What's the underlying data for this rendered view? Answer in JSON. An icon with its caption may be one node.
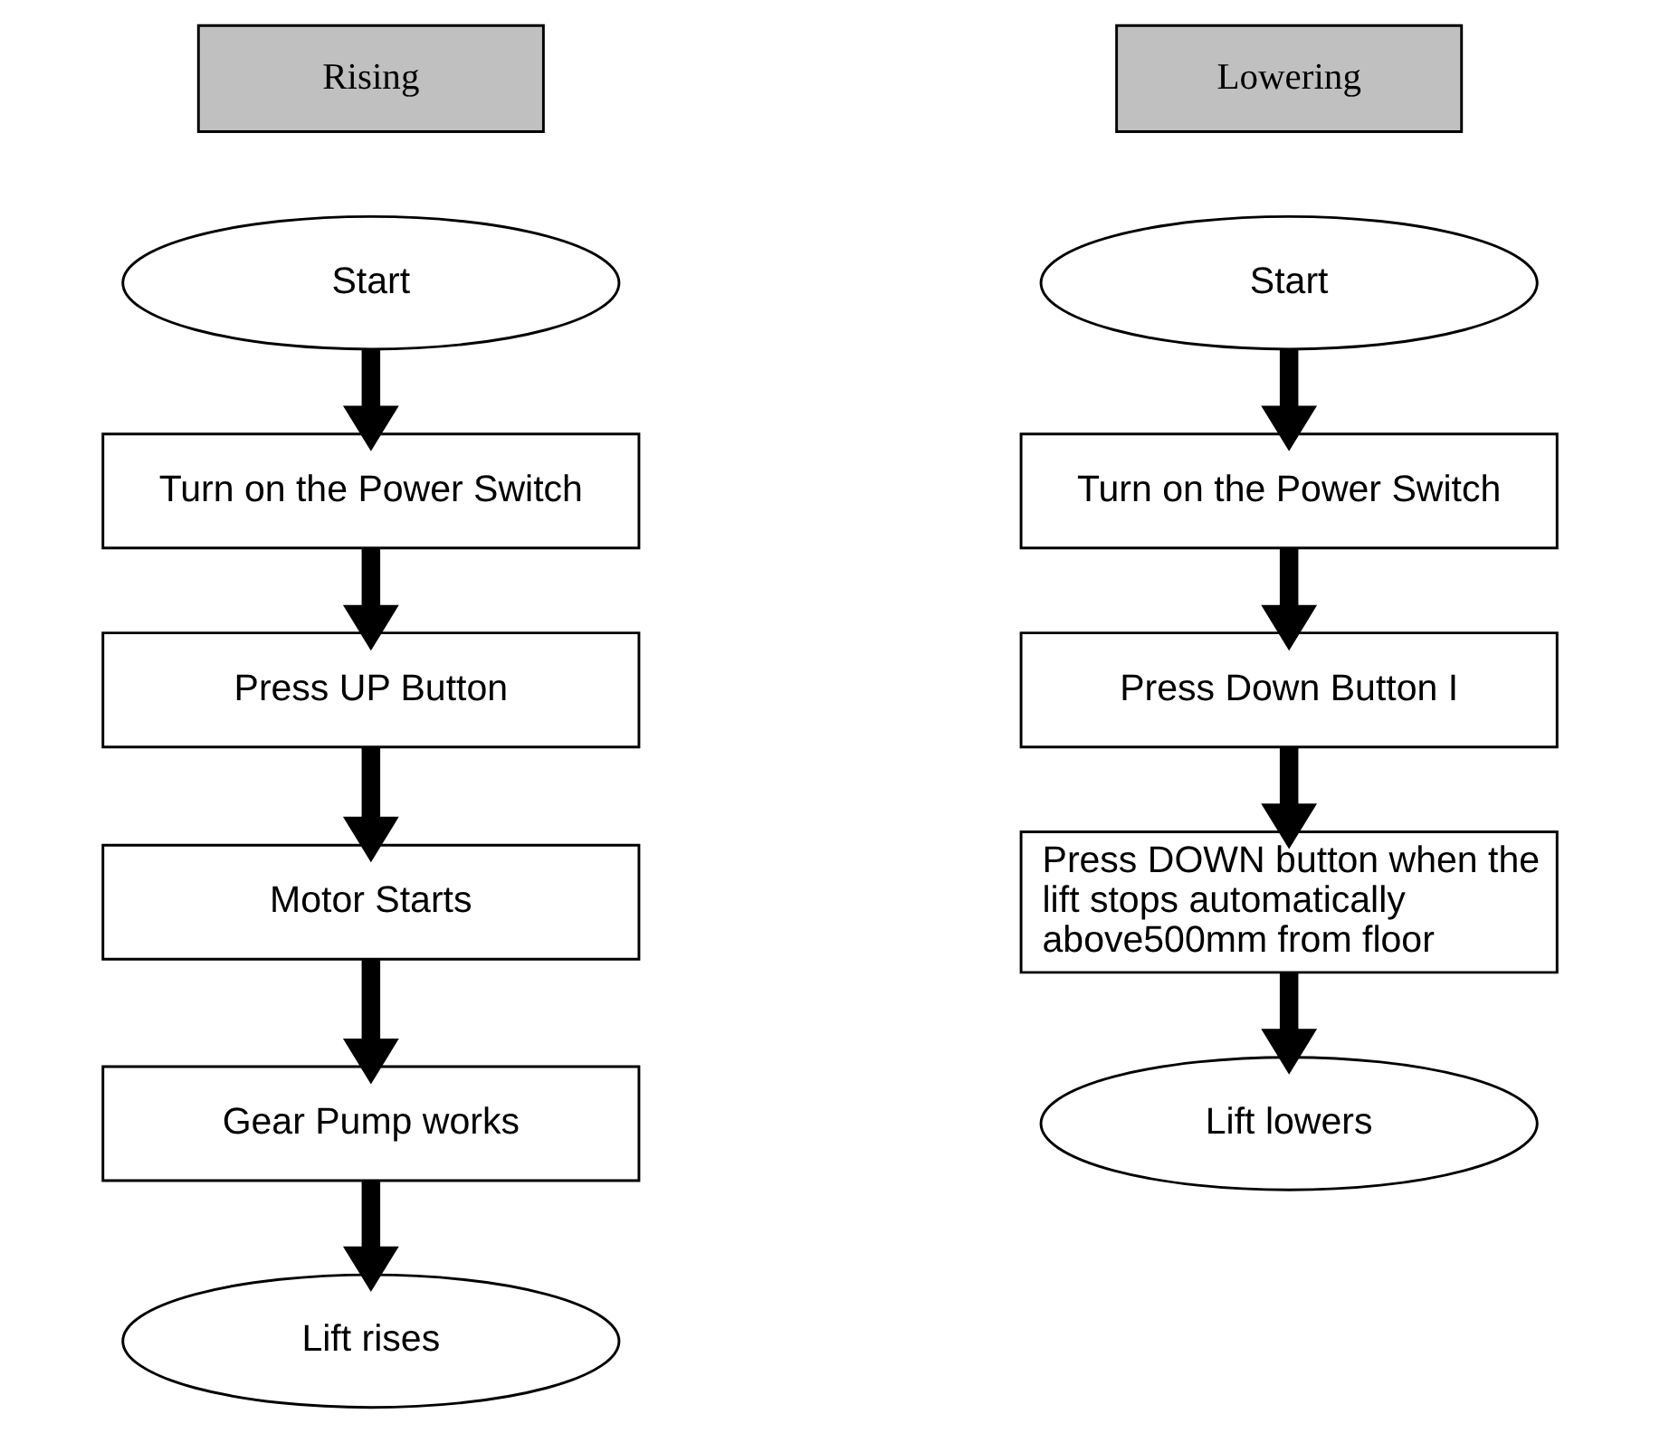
{
  "diagram": {
    "nodes": [
      {
        "text": [
          "Rising"
        ]
      },
      {
        "text": [
          "Start"
        ]
      },
      {
        "text": [
          "Turn on the Power Switch"
        ]
      },
      {
        "text": [
          "Press UP Button"
        ]
      },
      {
        "text": [
          "Motor Starts"
        ]
      },
      {
        "text": [
          "Gear Pump works"
        ]
      },
      {
        "text": [
          "Lift rises"
        ]
      },
      {
        "text": [
          "Lowering"
        ]
      },
      {
        "text": [
          "Start"
        ]
      },
      {
        "text": [
          "Turn on the Power Switch"
        ]
      },
      {
        "text": [
          "Press Down Button I"
        ]
      },
      {
        "text": [
          "Press DOWN button when the lift stops automatically above500mm from floor"
        ]
      },
      {
        "text": [
          "Lift lowers"
        ]
      }
    ],
    "edges": [
      {
        "from": 1,
        "to": 2,
        "arrow": "to"
      },
      {
        "from": 2,
        "to": 3,
        "arrow": "to"
      },
      {
        "from": 3,
        "to": 4,
        "arrow": "to"
      },
      {
        "from": 4,
        "to": 5,
        "arrow": "to"
      },
      {
        "from": 5,
        "to": 6,
        "arrow": "to"
      },
      {
        "from": 8,
        "to": 9,
        "arrow": "to"
      },
      {
        "from": 9,
        "to": 10,
        "arrow": "to"
      },
      {
        "from": 10,
        "to": 11,
        "arrow": "to"
      },
      {
        "from": 11,
        "to": 12,
        "arrow": "to"
      }
    ]
  }
}
